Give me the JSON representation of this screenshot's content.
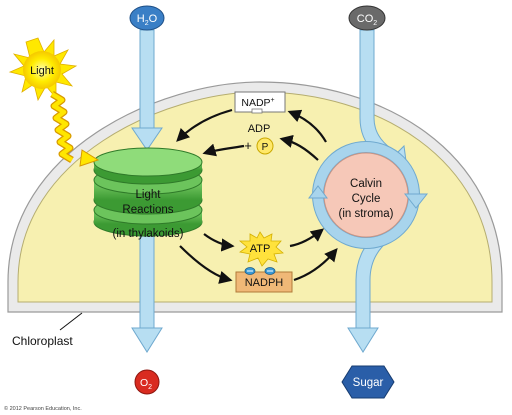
{
  "labels": {
    "h2o_base": "H",
    "h2o_sub": "2",
    "h2o_tail": "O",
    "co2_base": "CO",
    "co2_sub": "2",
    "light": "Light",
    "light_reactions_line1": "Light",
    "light_reactions_line2": "Reactions",
    "light_reactions_line3": "(in thylakoids)",
    "nadp_base": "NADP",
    "nadp_sup": "+",
    "adp": "ADP",
    "plus": "+",
    "p": "P",
    "atp": "ATP",
    "nadph": "NADPH",
    "calvin_line1": "Calvin",
    "calvin_line2": "Cycle",
    "calvin_line3": "(in stroma)",
    "chloroplast": "Chloroplast",
    "o2_base": "O",
    "o2_sub": "2",
    "sugar": "Sugar",
    "copyright": "© 2012 Pearson Education, Inc."
  },
  "colors": {
    "chloroplast_fill": "#f7f0b0",
    "envelope": "#e8e8e8",
    "thylakoid": "#58b84c",
    "thylakoid_dark": "#2f8a2a",
    "calvin_fill": "#f6c8b8",
    "cycle_arrow": "#a8d4ec",
    "flow_arrow": "#b7def2",
    "sun": "#ffe800",
    "atp_star": "#ffe23c",
    "nadph_fill": "#f0b877",
    "water_oval": "#3a7fc6",
    "co2_oval": "#6a6a6a",
    "o2_circle": "#d92b20",
    "sugar_hex": "#2a5ea8"
  }
}
